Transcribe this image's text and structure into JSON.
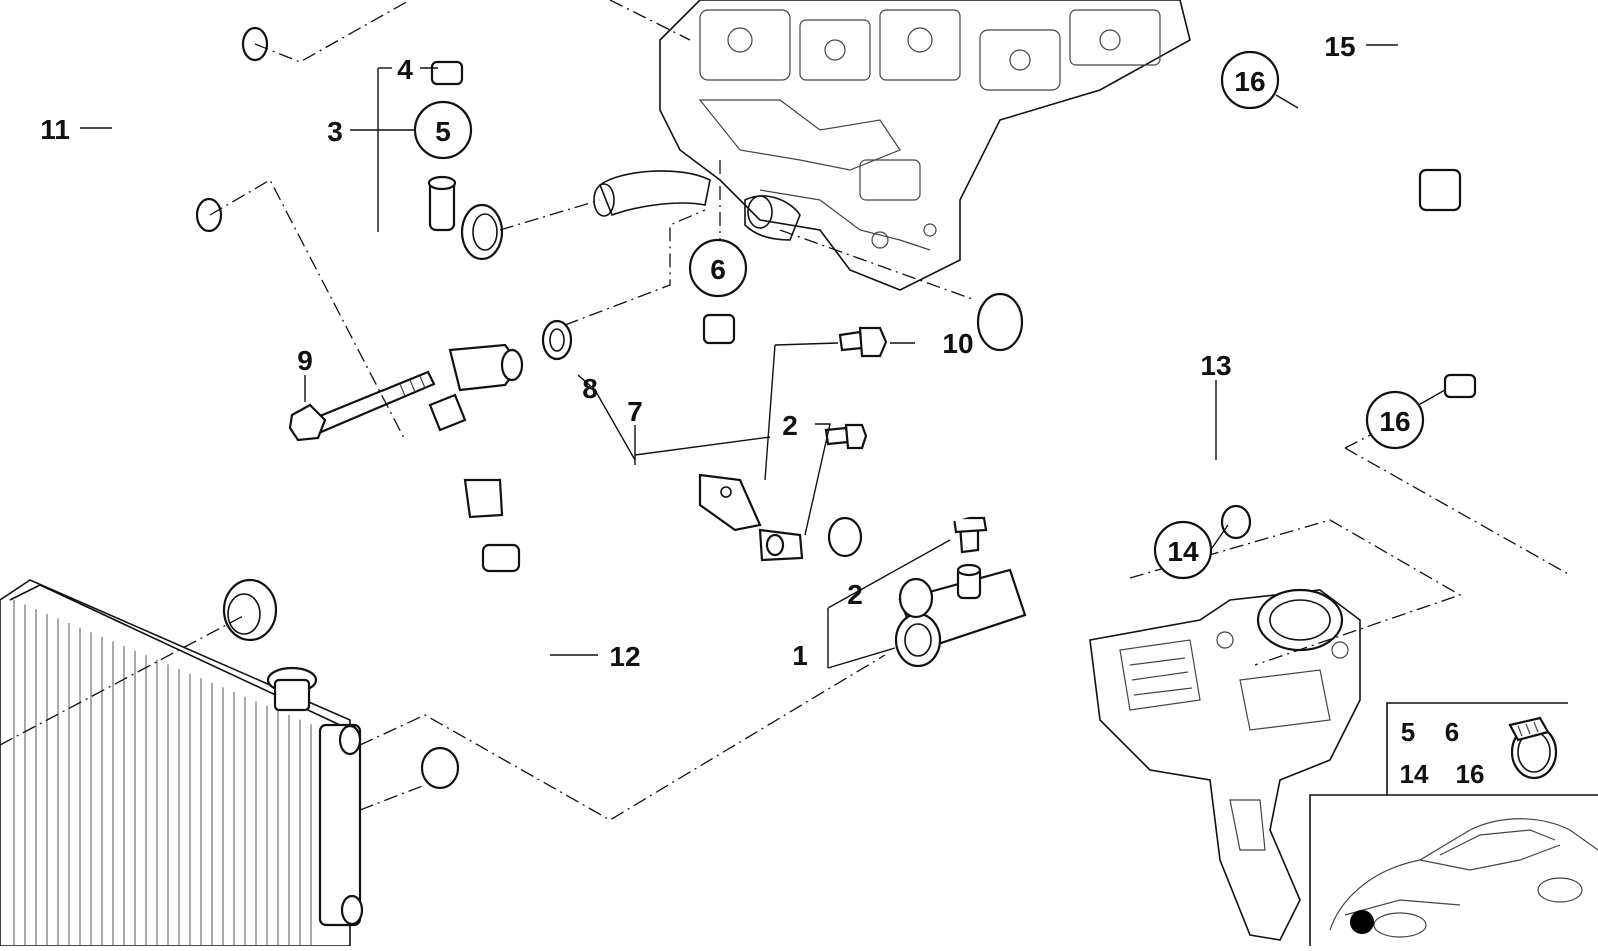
{
  "callouts": {
    "c1": "1",
    "c2a": "2",
    "c2b": "2",
    "c3": "3",
    "c4": "4",
    "c5": "5",
    "c6": "6",
    "c7": "7",
    "c8": "8",
    "c9": "9",
    "c10": "10",
    "c11": "11",
    "c12": "12",
    "c13": "13",
    "c14": "14",
    "c15": "15",
    "c16a": "16",
    "c16b": "16"
  },
  "legend_box": {
    "n5": "5",
    "n6": "6",
    "n14": "14",
    "n16": "16"
  }
}
